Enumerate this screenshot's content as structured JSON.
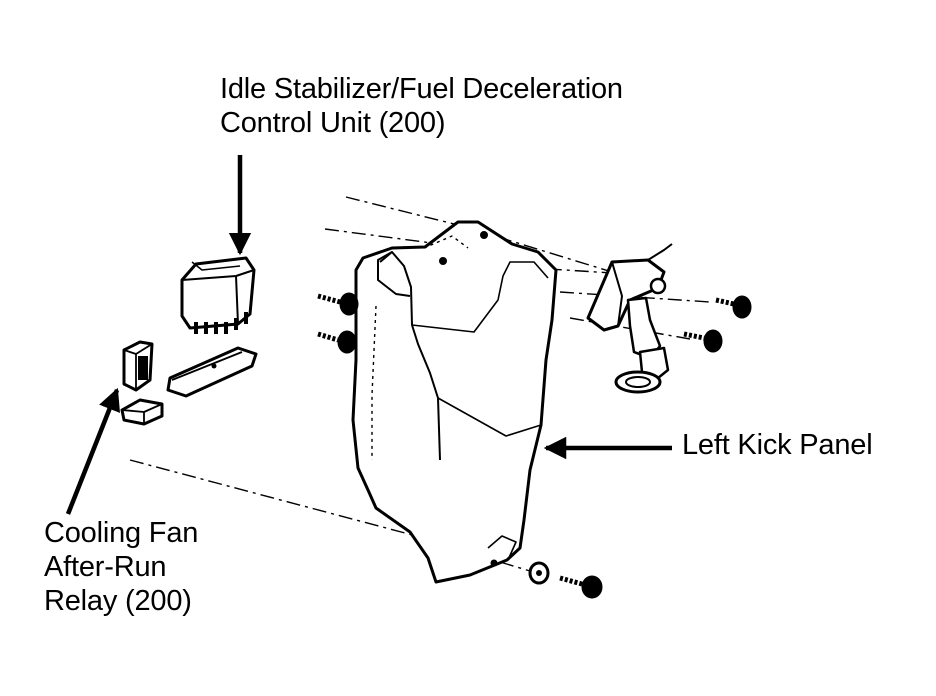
{
  "callouts": {
    "control_unit": {
      "line1": "Idle Stabilizer/Fuel Deceleration",
      "line2": "Control Unit (200)"
    },
    "kick_panel": {
      "line1": "Left Kick Panel"
    },
    "relay": {
      "line1": "Cooling Fan",
      "line2": "After-Run",
      "line3": "Relay (200)"
    }
  },
  "colors": {
    "ink": "#000000",
    "paper": "#ffffff"
  }
}
